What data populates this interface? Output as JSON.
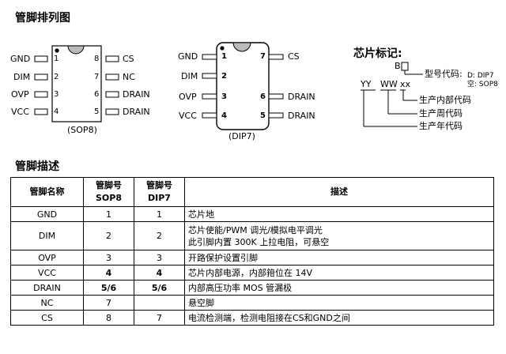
{
  "headings": {
    "pinout": "管脚排列图",
    "description": "管脚描述"
  },
  "sop8": {
    "caption": "(SOP8)",
    "left_pins": [
      {
        "num": "1",
        "label": "GND"
      },
      {
        "num": "2",
        "label": "DIM"
      },
      {
        "num": "3",
        "label": "OVP"
      },
      {
        "num": "4",
        "label": "VCC"
      }
    ],
    "right_pins": [
      {
        "num": "8",
        "label": "CS"
      },
      {
        "num": "7",
        "label": "NC"
      },
      {
        "num": "6",
        "label": "DRAIN"
      },
      {
        "num": "5",
        "label": "DRAIN"
      }
    ]
  },
  "dip7": {
    "caption": "(DIP7)",
    "left_pins": [
      {
        "num": "1",
        "label": "GND"
      },
      {
        "num": "2",
        "label": "DIM"
      },
      {
        "num": "3",
        "label": "OVP"
      },
      {
        "num": "4",
        "label": "VCC"
      }
    ],
    "right_pins": [
      {
        "num": "7",
        "label": "CS"
      },
      {
        "num": "6",
        "label": "DRAIN"
      },
      {
        "num": "5",
        "label": "DRAIN"
      }
    ]
  },
  "marking": {
    "title": "芯片标记:",
    "b": "B",
    "type_code": "型号代码:",
    "type_d": "D: DIP7",
    "type_empty": "空: SOP8",
    "yy": "YY",
    "ww": "WW",
    "xx": "xx",
    "internal_code": "生产内部代码",
    "week_code": "生产周代码",
    "year_code": "生产年代码"
  },
  "table": {
    "headers": {
      "name": "管脚名称",
      "sop8_1": "管脚号",
      "sop8_2": "SOP8",
      "dip7_1": "管脚号",
      "dip7_2": "DIP7",
      "desc": "描述"
    },
    "rows": [
      {
        "name": "GND",
        "sop8": "1",
        "dip7": "1",
        "desc1": "芯片地",
        "desc2": ""
      },
      {
        "name": "DIM",
        "sop8": "2",
        "dip7": "2",
        "desc1": "芯片使能/PWM 调光/模拟电平调光",
        "desc2": "此引脚内置 300K 上拉电阻，可悬空"
      },
      {
        "name": "OVP",
        "sop8": "3",
        "dip7": "3",
        "desc1": "开路保护设置引脚",
        "desc2": ""
      },
      {
        "name": "VCC",
        "sop8": "4",
        "dip7": "4",
        "desc1": "芯片内部电源，内部箝位在 14V",
        "desc2": ""
      },
      {
        "name": "DRAIN",
        "sop8": "5/6",
        "dip7": "5/6",
        "desc1": "内部高压功率 MOS 管漏极",
        "desc2": ""
      },
      {
        "name": "NC",
        "sop8": "7",
        "dip7": "",
        "desc1": "悬空脚",
        "desc2": ""
      },
      {
        "name": "CS",
        "sop8": "8",
        "dip7": "7",
        "desc1": "电流检测端，检测电阻接在CS和GND之间",
        "desc2": ""
      }
    ]
  }
}
